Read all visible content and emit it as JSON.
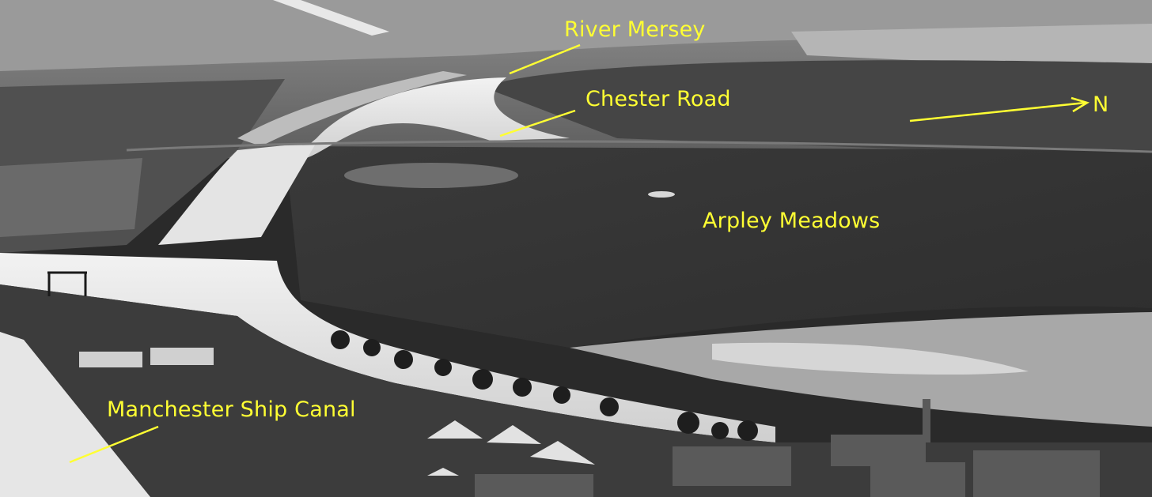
{
  "colors": {
    "annotation": "#ffff33"
  },
  "annotations": {
    "river_mersey": "River Mersey",
    "chester_road": "Chester Road",
    "north": "N",
    "arpley_meadows": "Arpley Meadows",
    "manchester_ship_canal": "Manchester Ship Canal"
  }
}
